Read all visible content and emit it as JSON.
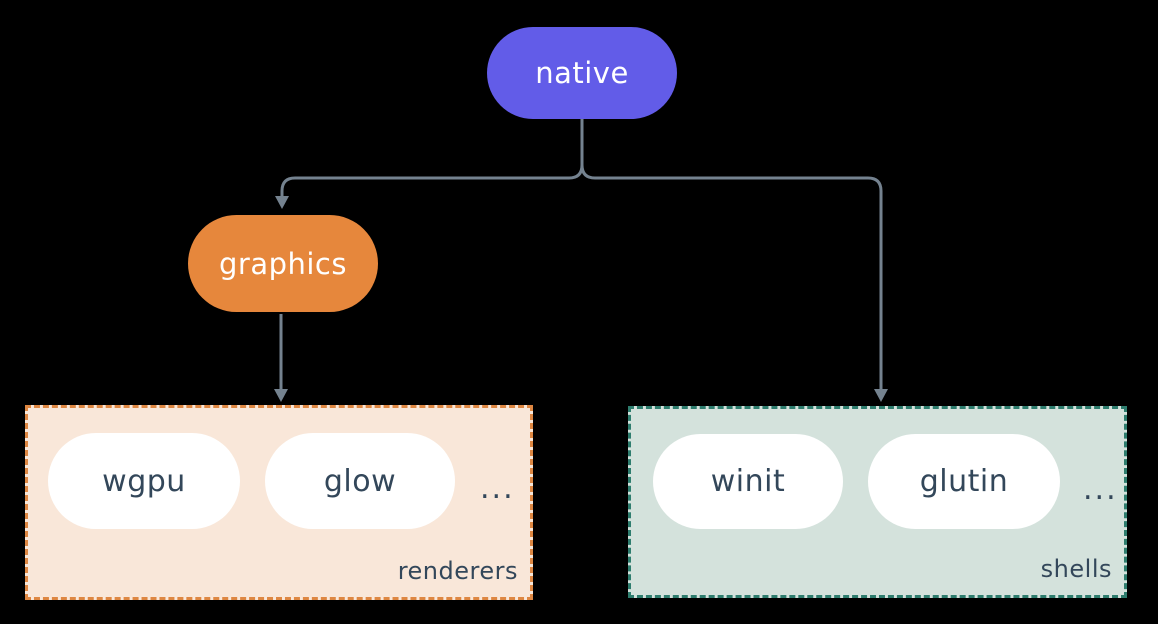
{
  "diagram": {
    "background_color": "#000000",
    "connector_color": "#74828F",
    "item_text_color": "#33475A",
    "nodes": {
      "native": {
        "label": "native",
        "fill": "#625CE8",
        "text_color": "#FFFFFF"
      },
      "graphics": {
        "label": "graphics",
        "fill": "#E6873C",
        "text_color": "#FFFFFF"
      }
    },
    "groups": {
      "renderers": {
        "label": "renderers",
        "fill": "#F9E7D9",
        "border_color": "#DE8742",
        "items": [
          {
            "label": "wgpu"
          },
          {
            "label": "glow"
          }
        ],
        "ellipsis": "..."
      },
      "shells": {
        "label": "shells",
        "fill": "#D4E2DC",
        "border_color": "#2E7D6E",
        "items": [
          {
            "label": "winit"
          },
          {
            "label": "glutin"
          }
        ],
        "ellipsis": "..."
      }
    }
  }
}
